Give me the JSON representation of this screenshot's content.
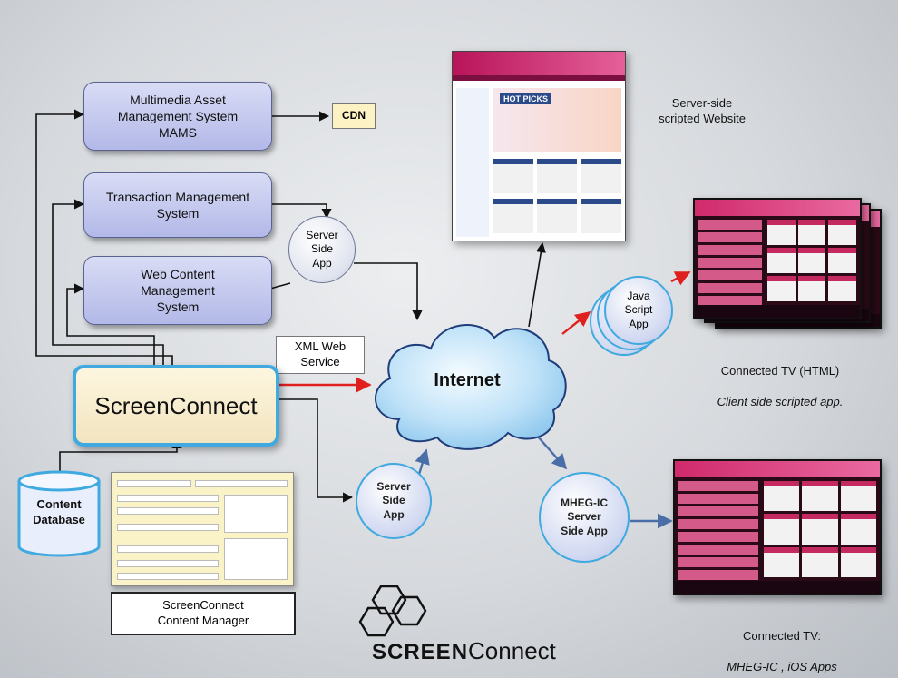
{
  "nodes": {
    "mams": "Multimedia Asset\nManagement System\nMAMS",
    "cdn": "CDN",
    "tms": "Transaction Management\nSystem",
    "wcms": "Web Content\nManagement\nSystem",
    "server_side_app_top": "Server\nSide\nApp",
    "xml_web_service": "XML Web\nService",
    "screenconnect": "ScreenConnect",
    "internet": "Internet",
    "content_database": "Content\nDatabase",
    "server_side_app_bottom": "Server\nSide\nApp",
    "java_script_app": "Java\nScript\nApp",
    "mheg_ic_app": "MHEG-IC\nServer\nSide App"
  },
  "captions": {
    "website": "Server-side\nscripted Website",
    "connected_tv_html_line1": "Connected TV (HTML)",
    "connected_tv_html_line2": "Client side  scripted app.",
    "content_manager": "ScreenConnect\nContent Manager",
    "connected_tv_mheg_line1": "Connected TV:",
    "connected_tv_mheg_line2": "MHEG-IC , iOS Apps"
  },
  "logo": {
    "brand_bold": "SCREEN",
    "brand_light": "Connect"
  },
  "colors": {
    "accent_red": "#e0201e",
    "accent_blue": "#4a6fa8",
    "circle_border": "#3fa9e0",
    "tv_magenta": "#d02a6b"
  }
}
